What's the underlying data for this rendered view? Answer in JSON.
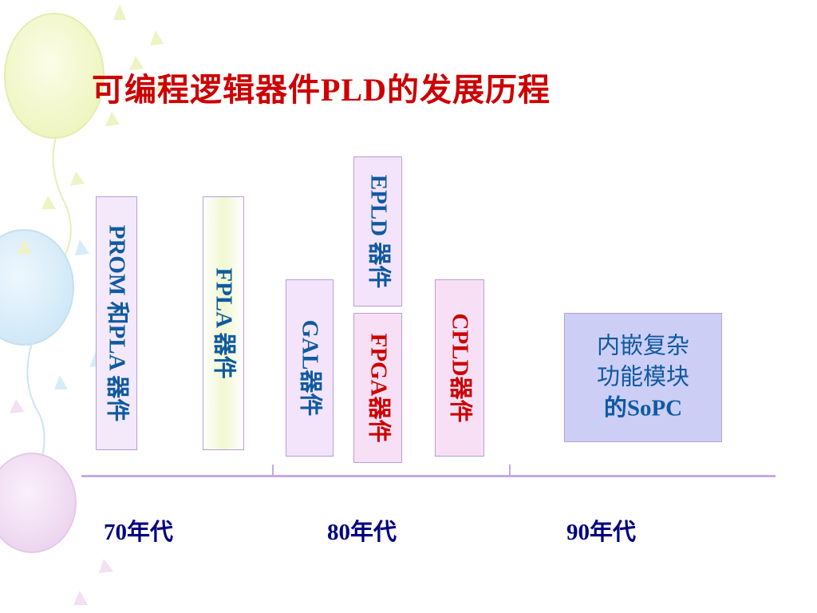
{
  "slide": {
    "title": "可编程逻辑器件PLD的发展历程"
  },
  "devices": {
    "prom_pla": {
      "label": "PROM 和PLA 器件"
    },
    "fpla": {
      "label": "FPLA 器件"
    },
    "gal": {
      "label": "GAL器件"
    },
    "epld": {
      "label": "EPLD 器件"
    },
    "fpga": {
      "label": "FPGA器件"
    },
    "cpld": {
      "label": "CPLD器件"
    },
    "sopc": {
      "lines": [
        "内嵌复杂",
        "功能模块",
        "的SoPC"
      ]
    }
  },
  "timeline": {
    "eras": [
      {
        "label": "70年代"
      },
      {
        "label": "80年代"
      },
      {
        "label": "90年代"
      }
    ]
  },
  "colors": {
    "title": "#cc0000",
    "blue_text": "#0f5aa0",
    "red_text": "#cc0000",
    "era_text": "#000080",
    "box_border": "#b89ed8",
    "timeline": "#c7a8e6",
    "fill_lavender": "#f3e6fb",
    "fill_pink": "#f6dff5",
    "fill_green_gradient": "#eef6c8",
    "fill_sopc": "#cccef6"
  },
  "icons": {
    "background": "balloon-decoration"
  }
}
